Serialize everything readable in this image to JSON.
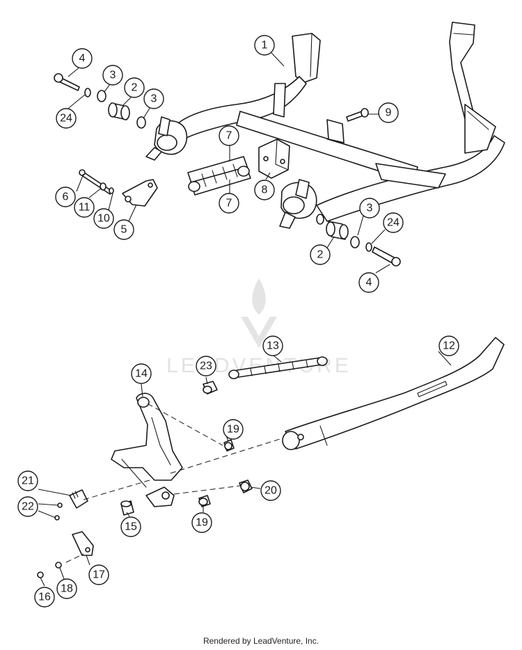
{
  "watermark": {
    "text": "LEADVENTURE"
  },
  "footer": {
    "text": "Rendered by LeadVenture, Inc."
  },
  "callouts": {
    "c1": "1",
    "c2a": "2",
    "c2b": "2",
    "c3a": "3",
    "c3b": "3",
    "c3c": "3",
    "c4a": "4",
    "c4b": "4",
    "c5": "5",
    "c6": "6",
    "c7a": "7",
    "c7b": "7",
    "c8": "8",
    "c9": "9",
    "c10": "10",
    "c11": "11",
    "c12": "12",
    "c13": "13",
    "c14": "14",
    "c15": "15",
    "c16": "16",
    "c17": "17",
    "c18": "18",
    "c19a": "19",
    "c19b": "19",
    "c20": "20",
    "c21": "21",
    "c22": "22",
    "c23": "23",
    "c24a": "24",
    "c24b": "24"
  }
}
